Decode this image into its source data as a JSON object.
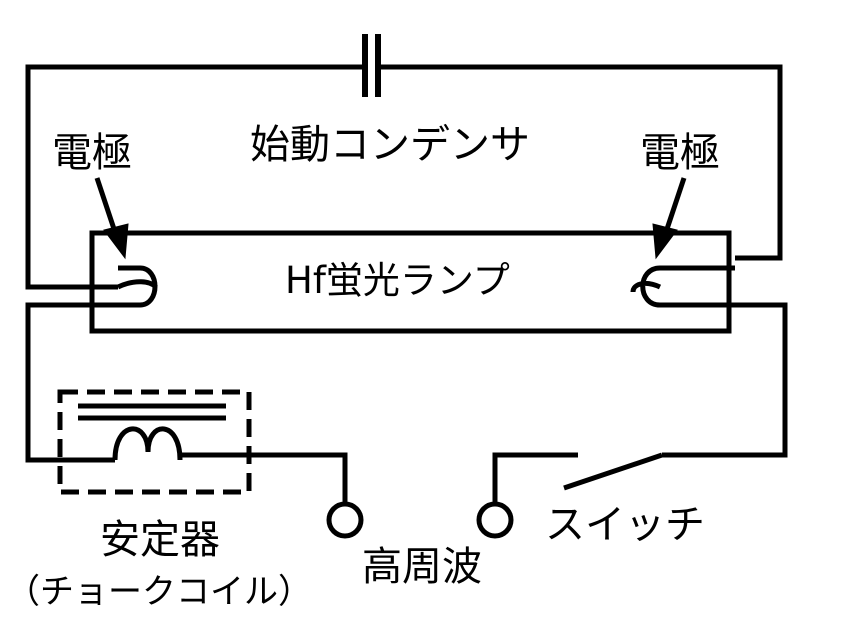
{
  "labels": {
    "capacitor": "始動コンデンサ",
    "electrode_left": "電極",
    "electrode_right": "電極",
    "lamp": "Hf蛍光ランプ",
    "ballast": "安定器",
    "ballast_sub": "（チョークコイル）",
    "high_frequency": "高周波",
    "switch": "スイッチ"
  },
  "colors": {
    "line": "#000000",
    "background": "#ffffff"
  }
}
